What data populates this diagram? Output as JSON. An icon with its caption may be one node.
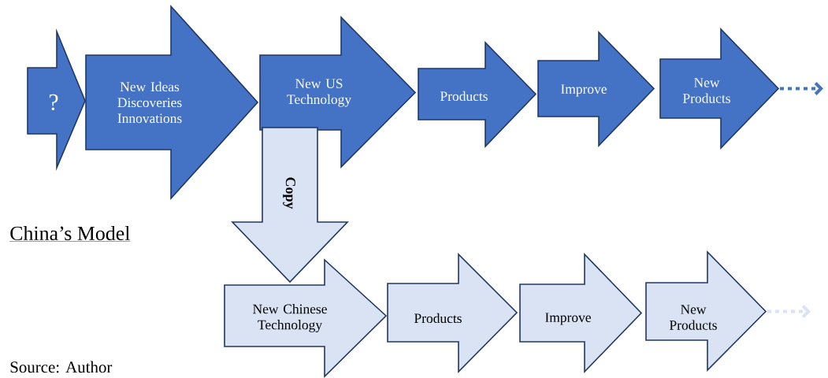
{
  "diagram": {
    "nodes": [
      {
        "text": [
          "?"
        ]
      },
      {
        "text": [
          "New Ideas Discoveries Innovations"
        ]
      },
      {
        "text": [
          "New US Technology"
        ]
      },
      {
        "text": [
          "Products"
        ]
      },
      {
        "text": [
          "Improve"
        ]
      },
      {
        "text": [
          "New Products"
        ]
      },
      {
        "text": [
          "Copy"
        ]
      },
      {
        "text": [
          "New Chinese Technology"
        ]
      },
      {
        "text": [
          "Products"
        ]
      },
      {
        "text": [
          "Improve"
        ]
      },
      {
        "text": [
          "New Products"
        ]
      }
    ],
    "edges": [
      {
        "from": 5,
        "to": null,
        "arrow": "to",
        "style": "dashed",
        "color": "#4472c4"
      },
      {
        "from": 10,
        "to": null,
        "arrow": "to",
        "style": "dashed",
        "color": "#dae3f3"
      }
    ],
    "labels": [
      "China’s Model",
      "Source: Author"
    ]
  }
}
